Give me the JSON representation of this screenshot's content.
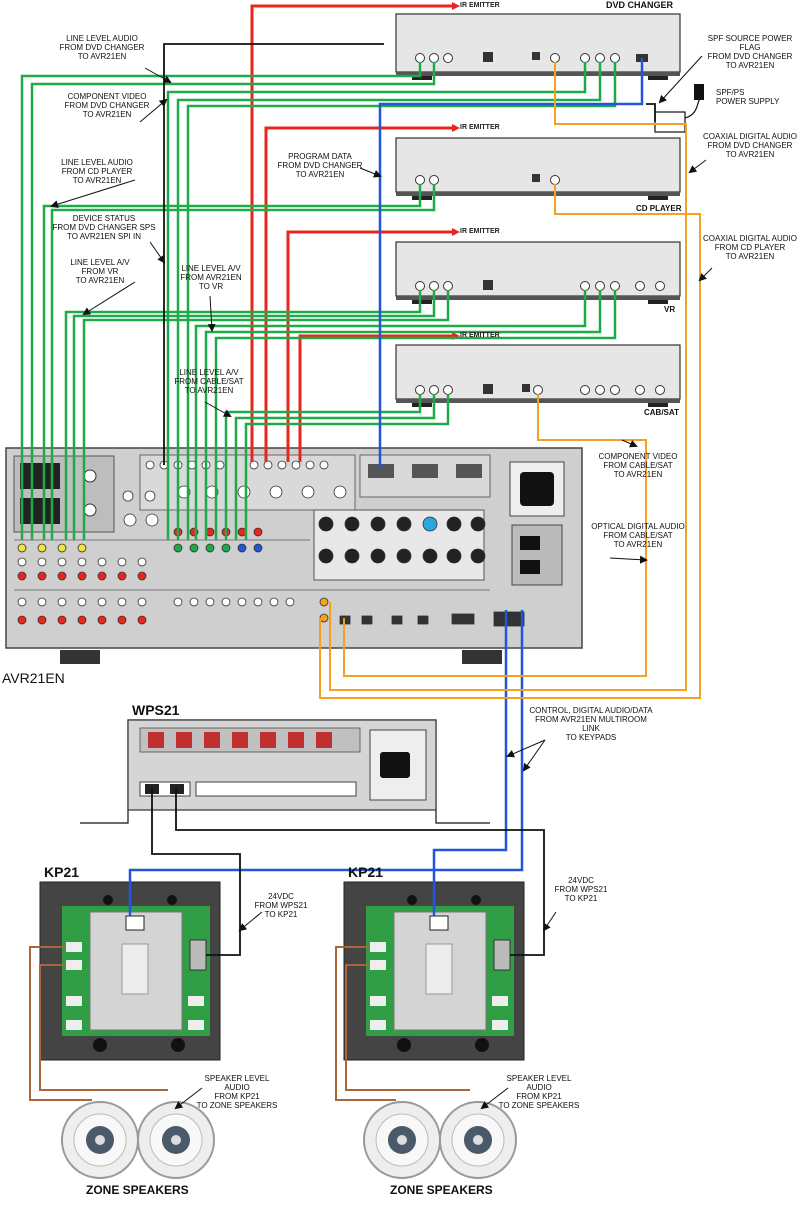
{
  "devices": {
    "dvd_changer": "DVD CHANGER",
    "cd_player": "CD PLAYER",
    "vr": "VR",
    "cable_sat": "CAB/SAT",
    "receiver": "AVR21EN",
    "wps": "WPS21",
    "keypad_left": "KP21",
    "keypad_right": "KP21",
    "spf_power_supply": "SPF/PS\nPOWER SUPPLY"
  },
  "ir_emitters": [
    "IR EMITTER",
    "IR EMITTER",
    "IR EMITTER",
    "IR EMITTER"
  ],
  "labels": {
    "line_audio_dvd": "LINE LEVEL AUDIO\nFROM DVD CHANGER\nTO AVR21EN",
    "component_video_dvd": "COMPONENT VIDEO\nFROM DVD CHANGER\nTO AVR21EN",
    "program_data": "PROGRAM DATA\nFROM DVD CHANGER\nTO AVR21EN",
    "line_audio_cd": "LINE LEVEL AUDIO\nFROM CD PLAYER\nTO AVR21EN",
    "device_status": "DEVICE STATUS\nFROM DVD CHANGER SPS\nTO AVR21EN SPI IN",
    "line_av_vr_in": "LINE LEVEL A/V\nFROM VR\nTO AVR21EN",
    "line_av_vr_out": "LINE LEVEL A/V\nFROM AVR21EN\nTO VR",
    "line_av_cable": "LINE LEVEL A/V\nFROM CABLE/SAT\nTO AVR21EN",
    "spf_source": "SPF SOURCE POWER FLAG\nFROM DVD CHANGER\nTO AVR21EN",
    "coax_dvd": "COAXIAL DIGITAL AUDIO\nFROM DVD CHANGER\nTO AVR21EN",
    "coax_cd": "COAXIAL DIGITAL AUDIO\nFROM CD PLAYER\nTO AVR21EN",
    "component_video_cable": "COMPONENT VIDEO\nFROM CABLE/SAT\nTO AVR21EN",
    "optical_cable": "OPTICAL DIGITAL AUDIO\nFROM CABLE/SAT\nTO AVR21EN",
    "control_link": "CONTROL, DIGITAL AUDIO/DATA\nFROM AVR21EN MULTIROOM LINK\nTO KEYPADS",
    "dc_left": "24VDC\nFROM WPS21\nTO KP21",
    "dc_right": "24VDC\nFROM WPS21\nTO KP21",
    "speaker_left": "SPEAKER LEVEL AUDIO\nFROM KP21\nTO ZONE SPEAKERS",
    "speaker_right": "SPEAKER LEVEL AUDIO\nFROM KP21\nTO ZONE SPEAKERS",
    "zone_speakers_left": "ZONE SPEAKERS",
    "zone_speakers_right": "ZONE SPEAKERS"
  },
  "colors": {
    "red": "#e8261e",
    "green": "#1faa4a",
    "blue": "#2256d8",
    "orange": "#f4a020",
    "black": "#111111",
    "brown": "#a8683a",
    "panel": "#e4e4e4",
    "chassis": "#c9c9c9"
  }
}
